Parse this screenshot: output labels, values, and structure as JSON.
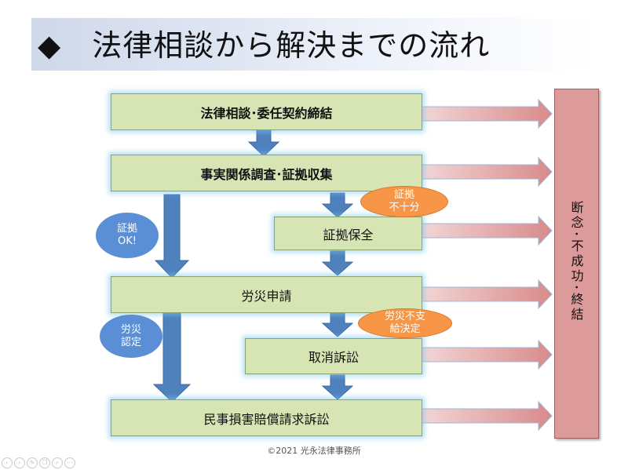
{
  "title": "◆　法律相談から解決までの流れ",
  "steps": {
    "consult": "法律相談･委任契約締結",
    "investigate": "事実関係調査･証拠収集",
    "preserve": "証拠保全",
    "apply": "労災申請",
    "revoke": "取消訴訟",
    "civil": "民事損害賠償請求訴訟"
  },
  "end_box": "断念･不成功･終結",
  "bubbles": {
    "evidence_ok_1": "証拠",
    "evidence_ok_2": "OK!",
    "evidence_short_1": "証拠",
    "evidence_short_2": "不十分",
    "certified_1": "労災",
    "certified_2": "認定",
    "denied_1": "労災不支",
    "denied_2": "給決定"
  },
  "copyright": "©2021 光永法律事務所",
  "colors": {
    "step_fill": "#d7e5b4",
    "arrow_blue": "#4f81bd",
    "arrow_pink": "#dc9a9a",
    "end_box": "#dc9a9a",
    "bubble_blue": "#5a8fd6",
    "bubble_orange": "#f79646"
  },
  "nav_icons": [
    "back-icon",
    "forward-icon",
    "pen-icon",
    "copy-icon",
    "zoom-icon",
    "menu-icon"
  ]
}
